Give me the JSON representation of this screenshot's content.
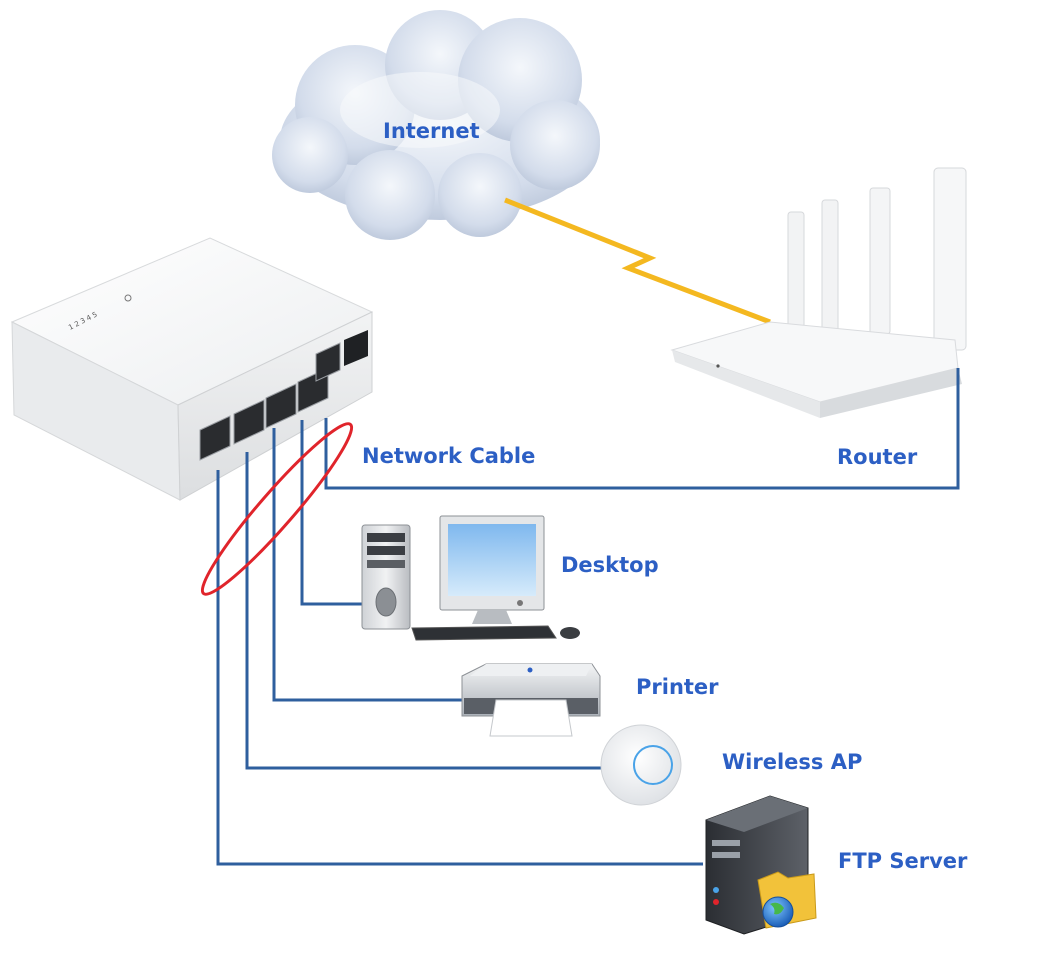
{
  "colors": {
    "label": "#2c5fc4",
    "cable": "#2f5f9e",
    "highlight": "#e0242b",
    "link": "#f4b820",
    "background": "#ffffff"
  },
  "labels": {
    "internet": "Internet",
    "network_cable": "Network Cable",
    "router": "Router",
    "desktop": "Desktop",
    "printer": "Printer",
    "wireless_ap": "Wireless AP",
    "ftp_server": "FTP Server"
  },
  "switch": {
    "led_numbers": "1 2 3 4 5",
    "port_numbers": [
      "1",
      "2",
      "3",
      "4",
      "5"
    ],
    "icon": "switch-icon"
  },
  "devices": [
    {
      "id": "router",
      "icon": "router-icon"
    },
    {
      "id": "desktop",
      "icon": "desktop-computer-icon"
    },
    {
      "id": "printer",
      "icon": "printer-icon"
    },
    {
      "id": "wireless_ap",
      "icon": "wireless-access-point-icon"
    },
    {
      "id": "ftp_server",
      "icon": "ftp-server-icon"
    }
  ]
}
